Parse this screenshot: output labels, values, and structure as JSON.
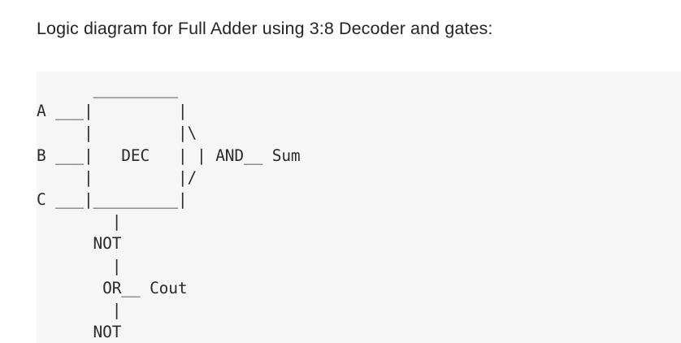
{
  "page": {
    "background_color": "#ffffff",
    "panel_color": "#f6f6f6",
    "text_color": "#242424",
    "code_text_color": "#2b2b2b"
  },
  "answer": {
    "title": "Logic diagram for Full Adder using 3:8 Decoder and gates:"
  },
  "diagram": {
    "type": "ascii-art",
    "description": "Full Adder built from a 3:8 decoder feeding AND, OR and NOT gates",
    "inputs": [
      "A",
      "B",
      "C"
    ],
    "outputs": [
      "Sum",
      "Cout"
    ],
    "blocks": [
      "DEC",
      "AND",
      "OR",
      "NOT",
      "NOT"
    ],
    "lines": [
      "      _________",
      "A ___|         |",
      "     |         |\\",
      "B ___|   DEC   | | AND__ Sum",
      "     |         |/",
      "C ___|_________|",
      "        |",
      "      NOT",
      "        |",
      "       OR__ Cout",
      "        |",
      "      NOT"
    ],
    "text": "      _________\nA ___|         |\n     |         |\\\nB ___|   DEC   | | AND__ Sum\n     |         |/\nC ___|_________|\n        |\n      NOT\n        |\n       OR__ Cout\n        |\n      NOT"
  }
}
